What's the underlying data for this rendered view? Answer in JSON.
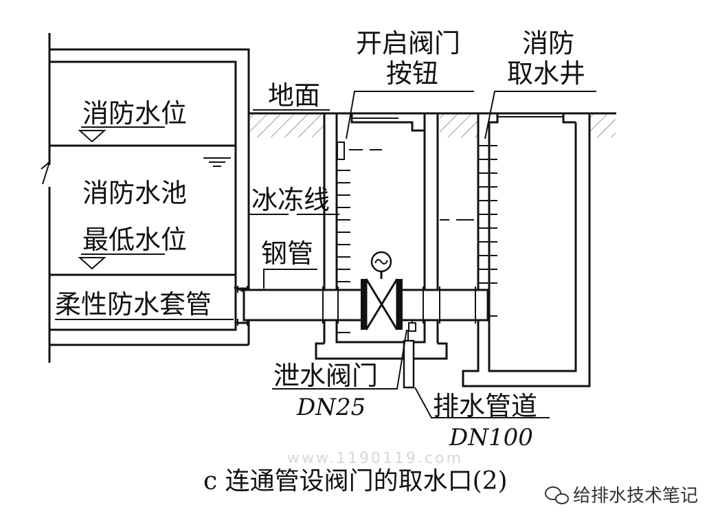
{
  "labels": {
    "open_valve_button": [
      "开启阀门",
      "按钮"
    ],
    "fire_intake_well": [
      "消防",
      "取水井"
    ],
    "ground": "地面",
    "fire_water_level": "消防水位",
    "fire_pool": "消防水池",
    "frost_line": "冰冻线",
    "lowest_water_level": "最低水位",
    "steel_pipe": "钢管",
    "flexible_sleeve": "柔性防水套管",
    "drain_valve": "泄水阀门",
    "drain_valve_size": "DN25",
    "drain_pipe": "排水管道",
    "drain_pipe_size": "DN100"
  },
  "caption": "c 连通管设阀门的取水口(2)",
  "watermark": "www.1190119.com",
  "brand": "给排水技术笔记",
  "brand_icon": "wechat-icon"
}
